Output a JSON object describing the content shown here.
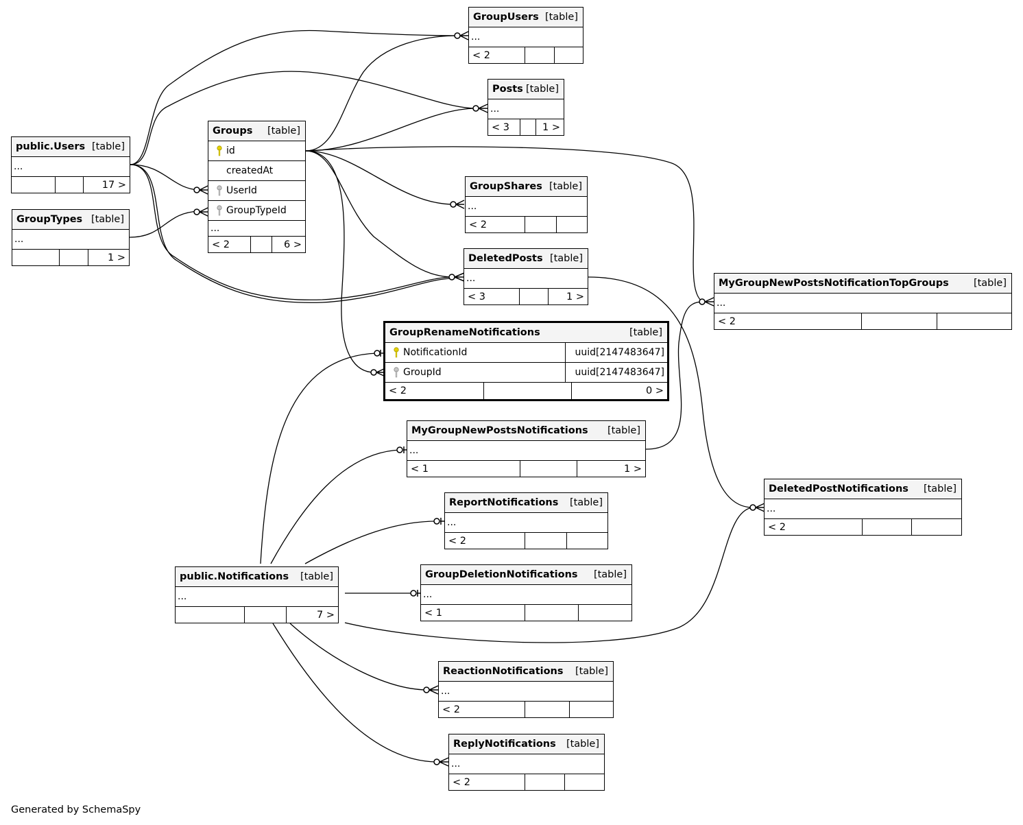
{
  "diagram": {
    "footer": "Generated by SchemaSpy",
    "tables": [
      {
        "id": "users",
        "name": "public.Users",
        "type": "[table]",
        "rows": [
          "..."
        ],
        "footer": [
          "",
          "",
          "17 >"
        ]
      },
      {
        "id": "grouptypes",
        "name": "GroupTypes",
        "type": "[table]",
        "rows": [
          "..."
        ],
        "footer": [
          "",
          "",
          "1 >"
        ]
      },
      {
        "id": "groups",
        "name": "Groups",
        "type": "[table]",
        "columns": [
          {
            "name": "id",
            "key": "primary-key"
          },
          {
            "name": "createdAt",
            "key": ""
          },
          {
            "name": "UserId",
            "key": "foreign-key"
          },
          {
            "name": "GroupTypeId",
            "key": "foreign-key"
          },
          {
            "name": "...",
            "key": "none"
          }
        ],
        "footer": [
          "< 2",
          "",
          "6 >"
        ]
      },
      {
        "id": "groupusers",
        "name": "GroupUsers",
        "type": "[table]",
        "rows": [
          "..."
        ],
        "footer": [
          "< 2",
          "",
          ""
        ]
      },
      {
        "id": "posts",
        "name": "Posts",
        "type": "[table]",
        "rows": [
          "..."
        ],
        "footer": [
          "< 3",
          "",
          "1 >"
        ]
      },
      {
        "id": "groupshares",
        "name": "GroupShares",
        "type": "[table]",
        "rows": [
          "..."
        ],
        "footer": [
          "< 2",
          "",
          ""
        ]
      },
      {
        "id": "deletedposts",
        "name": "DeletedPosts",
        "type": "[table]",
        "rows": [
          "..."
        ],
        "footer": [
          "< 3",
          "",
          "1 >"
        ]
      },
      {
        "id": "topgroups",
        "name": "MyGroupNewPostsNotificationTopGroups",
        "type": "[table]",
        "rows": [
          "..."
        ],
        "footer": [
          "< 2",
          "",
          ""
        ]
      },
      {
        "id": "grouprename",
        "name": "GroupRenameNotifications",
        "type": "[table]",
        "columns": [
          {
            "name": "NotificationId",
            "key": "primary-key",
            "datatype": "uuid[2147483647]"
          },
          {
            "name": "GroupId",
            "key": "foreign-key",
            "datatype": "uuid[2147483647]"
          }
        ],
        "footer": [
          "< 2",
          "",
          "0 >"
        ]
      },
      {
        "id": "mygroupnew",
        "name": "MyGroupNewPostsNotifications",
        "type": "[table]",
        "rows": [
          "..."
        ],
        "footer": [
          "< 1",
          "",
          "1 >"
        ]
      },
      {
        "id": "report",
        "name": "ReportNotifications",
        "type": "[table]",
        "rows": [
          "..."
        ],
        "footer": [
          "< 2",
          "",
          ""
        ]
      },
      {
        "id": "deletedpostnotif",
        "name": "DeletedPostNotifications",
        "type": "[table]",
        "rows": [
          "..."
        ],
        "footer": [
          "< 2",
          "",
          ""
        ]
      },
      {
        "id": "notifications",
        "name": "public.Notifications",
        "type": "[table]",
        "rows": [
          "..."
        ],
        "footer": [
          "",
          "",
          "7 >"
        ]
      },
      {
        "id": "groupdeletion",
        "name": "GroupDeletionNotifications",
        "type": "[table]",
        "rows": [
          "..."
        ],
        "footer": [
          "< 1",
          "",
          ""
        ]
      },
      {
        "id": "reaction",
        "name": "ReactionNotifications",
        "type": "[table]",
        "rows": [
          "..."
        ],
        "footer": [
          "< 2",
          "",
          ""
        ]
      },
      {
        "id": "reply",
        "name": "ReplyNotifications",
        "type": "[table]",
        "rows": [
          "..."
        ],
        "footer": [
          "< 2",
          "",
          ""
        ]
      }
    ],
    "colors": {
      "primary_key": "#e6d200",
      "foreign_key": "#b4b4b4",
      "line": "#000000",
      "header_bg": "#f4f4f4"
    }
  }
}
